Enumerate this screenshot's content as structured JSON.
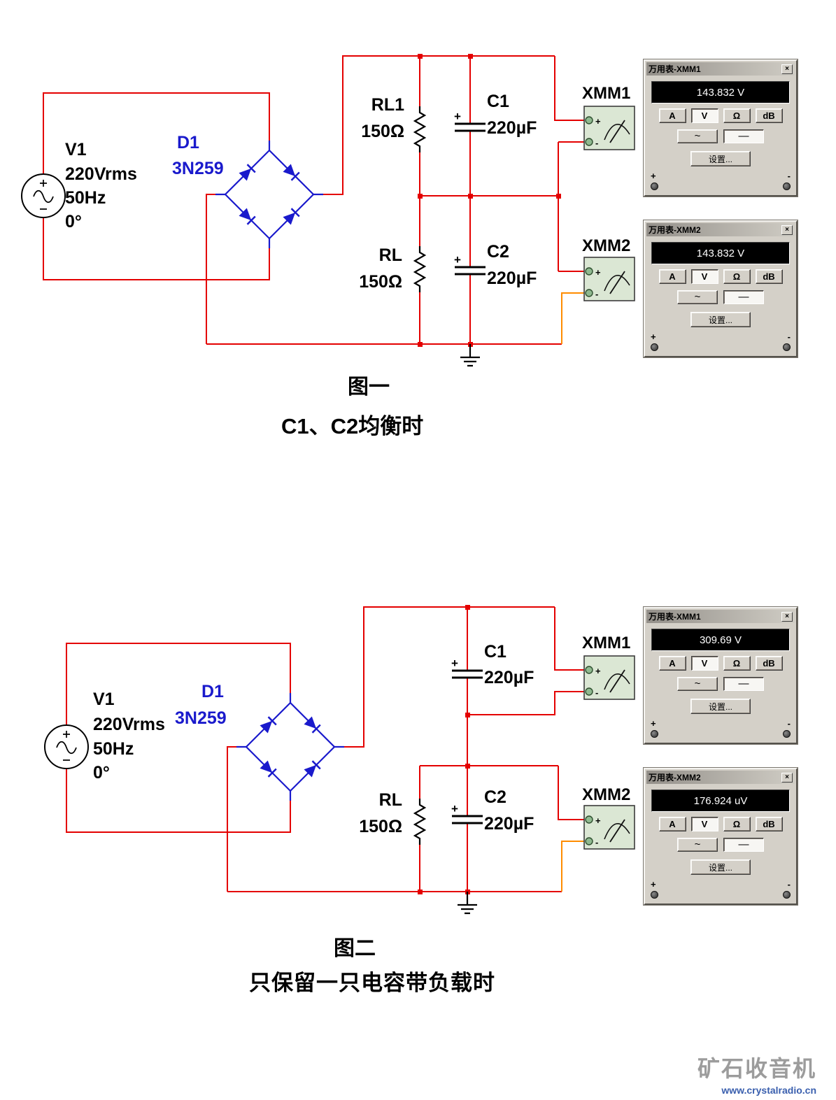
{
  "figure1": {
    "tag": "图一",
    "caption": "C1、C2均衡时",
    "source": {
      "ref": "V1",
      "line1": "220Vrms",
      "line2": "50Hz",
      "line3": "0°"
    },
    "bridge": {
      "ref": "D1",
      "model": "3N259"
    },
    "rl1": {
      "ref": "RL1",
      "value": "150Ω"
    },
    "c1": {
      "ref": "C1",
      "value": "220µF"
    },
    "rl": {
      "ref": "RL",
      "value": "150Ω"
    },
    "c2": {
      "ref": "C2",
      "value": "220µF"
    },
    "xmm1": "XMM1",
    "xmm2": "XMM2"
  },
  "figure2": {
    "tag": "图二",
    "caption": "只保留一只电容带负载时",
    "source": {
      "ref": "V1",
      "line1": "220Vrms",
      "line2": "50Hz",
      "line3": "0°"
    },
    "bridge": {
      "ref": "D1",
      "model": "3N259"
    },
    "c1": {
      "ref": "C1",
      "value": "220µF"
    },
    "rl": {
      "ref": "RL",
      "value": "150Ω"
    },
    "c2": {
      "ref": "C2",
      "value": "220µF"
    },
    "xmm1": "XMM1",
    "xmm2": "XMM2"
  },
  "meters": [
    {
      "title": "万用表-XMM1",
      "reading": "143.832 V"
    },
    {
      "title": "万用表-XMM2",
      "reading": "143.832 V"
    },
    {
      "title": "万用表-XMM1",
      "reading": "309.69 V"
    },
    {
      "title": "万用表-XMM2",
      "reading": "176.924 uV"
    }
  ],
  "meter_ui": {
    "close": "×",
    "btn_a": "A",
    "btn_v": "V",
    "btn_ohm": "Ω",
    "btn_db": "dB",
    "btn_ac": "~",
    "btn_dc": "—",
    "btn_settings": "设置...",
    "plus": "+",
    "minus": "-"
  },
  "symbols": {
    "plus": "+",
    "minus": "-"
  },
  "colors": {
    "wire": "#e40000",
    "wire_orange": "#ff8c00",
    "device_blue": "#1a1acc"
  },
  "watermark": {
    "name": "矿石收音机",
    "url": "www.crystalradio.cn"
  }
}
